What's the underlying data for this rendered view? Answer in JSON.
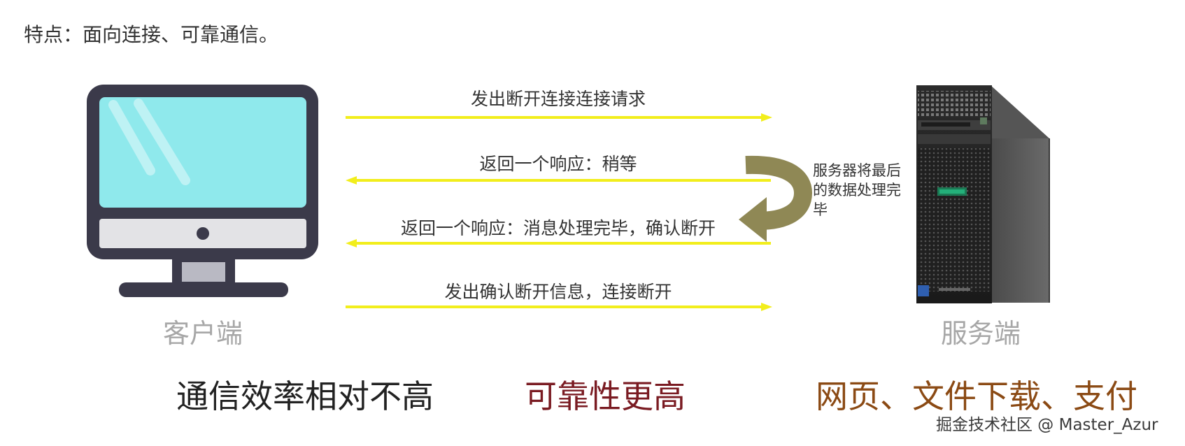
{
  "intro": "特点：面向连接、可靠通信。",
  "messages": [
    {
      "text": "发出断开连接连接请求",
      "direction": "to-server"
    },
    {
      "text": "返回一个响应：稍等",
      "direction": "to-client"
    },
    {
      "text": "返回一个响应：消息处理完毕，确认断开",
      "direction": "to-client"
    },
    {
      "text": "发出确认断开信息，连接断开",
      "direction": "to-server"
    }
  ],
  "server_note": "服务器将最后的数据处理完毕",
  "client_label": "客户端",
  "server_label": "服务端",
  "bottom": {
    "efficiency": "通信效率相对不高",
    "reliability": "可靠性更高",
    "use_cases": "网页、文件下载、支付"
  },
  "watermark": "掘金技术社区 @ Master_Azur",
  "colors": {
    "arrow": "#f2ee1c",
    "loop_arrow": "#8f8855",
    "monitor_frame": "#3b3a4a",
    "screen": "#8fe9ec",
    "efficiency_text": "#222222",
    "reliability_text": "#7a1b22",
    "use_cases_text": "#8b4a14",
    "role_text": "#a7a7a7"
  },
  "icons": {
    "client": "desktop-monitor-icon",
    "server": "tower-server-icon",
    "loop": "curved-return-arrow-icon"
  }
}
